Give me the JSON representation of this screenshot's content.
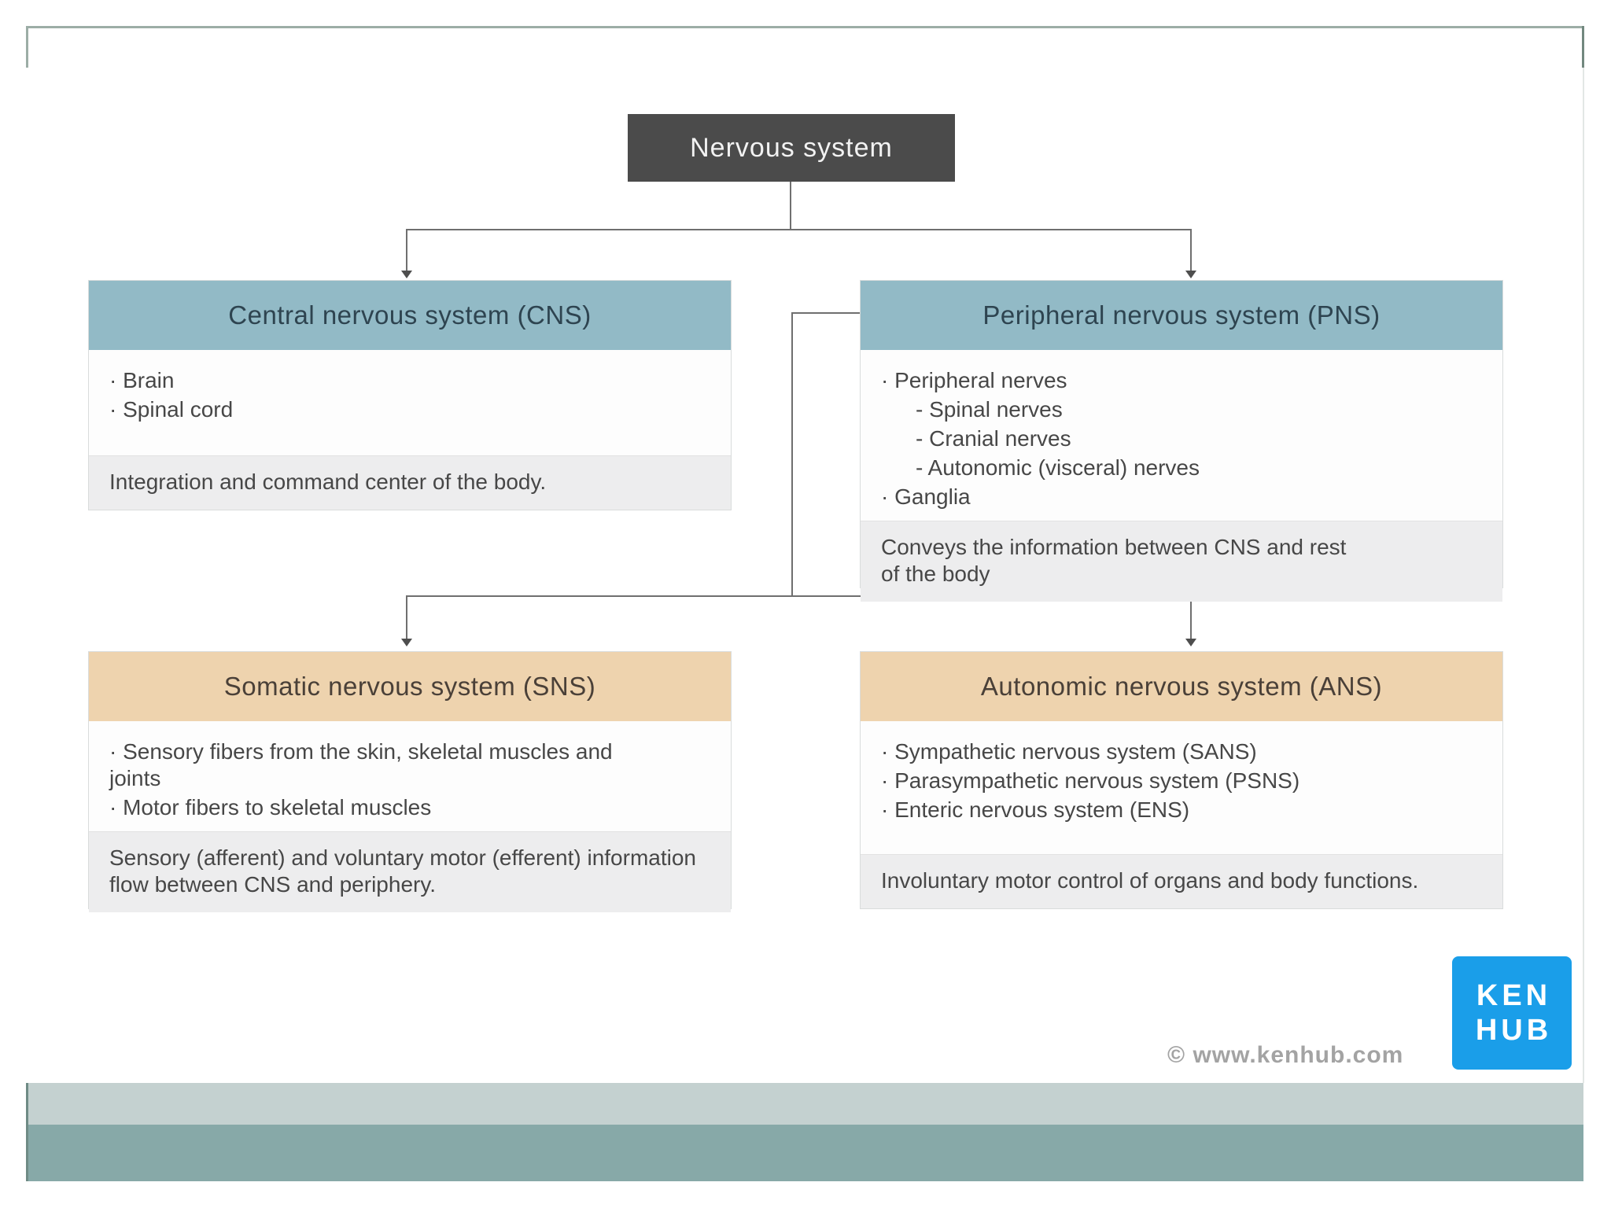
{
  "page": {
    "title": "Nervous system"
  },
  "root_box": {
    "label": "Nervous system"
  },
  "boxes": [
    {
      "id": "cns",
      "title": "Central nervous system (CNS)",
      "items": [
        {
          "text": "· Brain"
        },
        {
          "text": "· Spinal cord"
        }
      ],
      "note": "Integration and command center of the body."
    },
    {
      "id": "pns",
      "title": "Peripheral nervous system (PNS)",
      "items": [
        {
          "text": "· Peripheral nerves"
        },
        {
          "text": "- Spinal nerves"
        },
        {
          "text": "- Cranial nerves"
        },
        {
          "text": "- Autonomic (visceral) nerves"
        },
        {
          "text": "· Ganglia"
        }
      ],
      "note": "Conveys the information between CNS and rest of the body"
    },
    {
      "id": "sns",
      "title": "Somatic nervous system (SNS)",
      "items": [
        {
          "text": "· Sensory fibers from the skin, skeletal muscles and joints"
        },
        {
          "text": "· Motor fibers to skeletal muscles"
        }
      ],
      "note": "Sensory (afferent) and voluntary motor (efferent) information flow between CNS and periphery."
    },
    {
      "id": "ans",
      "title": "Autonomic nervous system (ANS)",
      "items": [
        {
          "text": "· Sympathetic nervous system (SANS)"
        },
        {
          "text": "· Parasympathetic nervous system (PSNS)"
        },
        {
          "text": "· Enteric nervous system (ENS)"
        }
      ],
      "note": "Involuntary motor control of organs and body functions."
    }
  ],
  "branding": {
    "copyright": "© www.kenhub.com",
    "logo_line1": "KEN",
    "logo_line2": "HUB"
  },
  "colors": {
    "root-box-bg": "#4b4b4b",
    "root-box-text": "#f2f2f2",
    "teal-header": "#92bac6",
    "teal-header-text": "#2e4450",
    "tan-header": "#eed3ae",
    "tan-header-text": "#4a4038",
    "box-body-bg": "#fdfdfd",
    "box-note-bg": "#ededee",
    "box-border": "#d9dcdc",
    "body-text": "#474747",
    "connector": "#6f6f6f",
    "frame-line": "#9cada6",
    "frame-stub": "#72887f",
    "bar-light": "#c4d1d0",
    "bar-dark": "#87a9a8",
    "logo-blue": "#1a9ee9",
    "copyright-text": "#a3a3a3"
  }
}
